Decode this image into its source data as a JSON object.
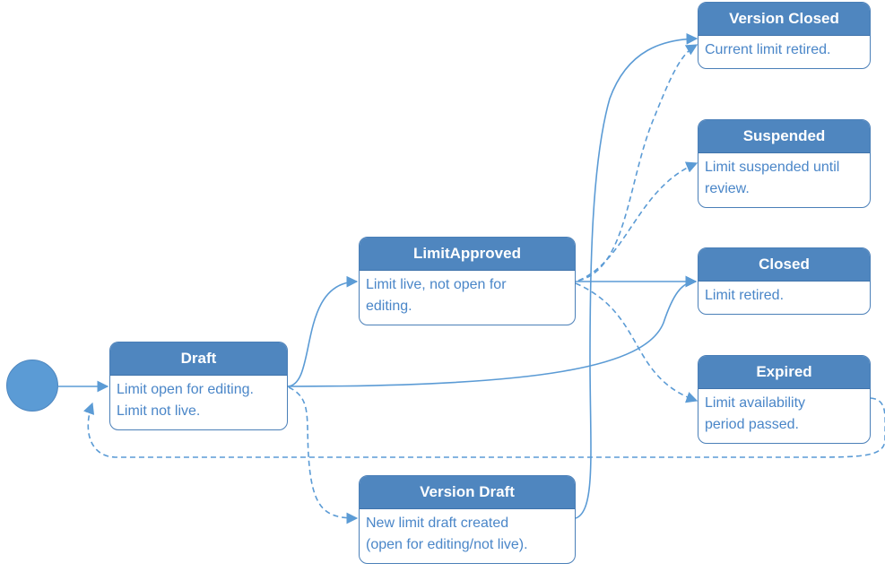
{
  "states": {
    "draft": {
      "title": "Draft",
      "desc": [
        "Limit open for editing.",
        "Limit not live."
      ]
    },
    "limit_approved": {
      "title": "LimitApproved",
      "desc": [
        "Limit live, not open for",
        "editing."
      ]
    },
    "version_draft": {
      "title": "Version Draft",
      "desc": [
        "New limit draft created",
        "(open for editing/not live)."
      ]
    },
    "version_closed": {
      "title": "Version Closed",
      "desc": [
        "Current limit retired."
      ]
    },
    "suspended": {
      "title": "Suspended",
      "desc": [
        "Limit suspended until",
        "review."
      ]
    },
    "closed": {
      "title": "Closed",
      "desc": [
        "Limit retired."
      ]
    },
    "expired": {
      "title": "Expired",
      "desc": [
        "Limit availability",
        "period passed."
      ]
    }
  },
  "transitions": [
    {
      "from": "initial",
      "to": "draft",
      "style": "solid"
    },
    {
      "from": "draft",
      "to": "limit_approved",
      "style": "solid"
    },
    {
      "from": "draft",
      "to": "closed",
      "style": "solid"
    },
    {
      "from": "draft",
      "to": "version_draft",
      "style": "dashed"
    },
    {
      "from": "limit_approved",
      "to": "closed",
      "style": "solid"
    },
    {
      "from": "limit_approved",
      "to": "version_closed",
      "style": "dashed"
    },
    {
      "from": "limit_approved",
      "to": "suspended",
      "style": "dashed"
    },
    {
      "from": "limit_approved",
      "to": "expired",
      "style": "dashed"
    },
    {
      "from": "version_draft",
      "to": "version_closed",
      "style": "solid"
    },
    {
      "from": "expired",
      "to": "draft",
      "style": "dashed"
    }
  ],
  "colors": {
    "header": "#4f86bf",
    "border": "#4a7fb8",
    "text": "#4a86c8",
    "edge": "#5b9bd5",
    "initial": "#5b9bd5"
  }
}
